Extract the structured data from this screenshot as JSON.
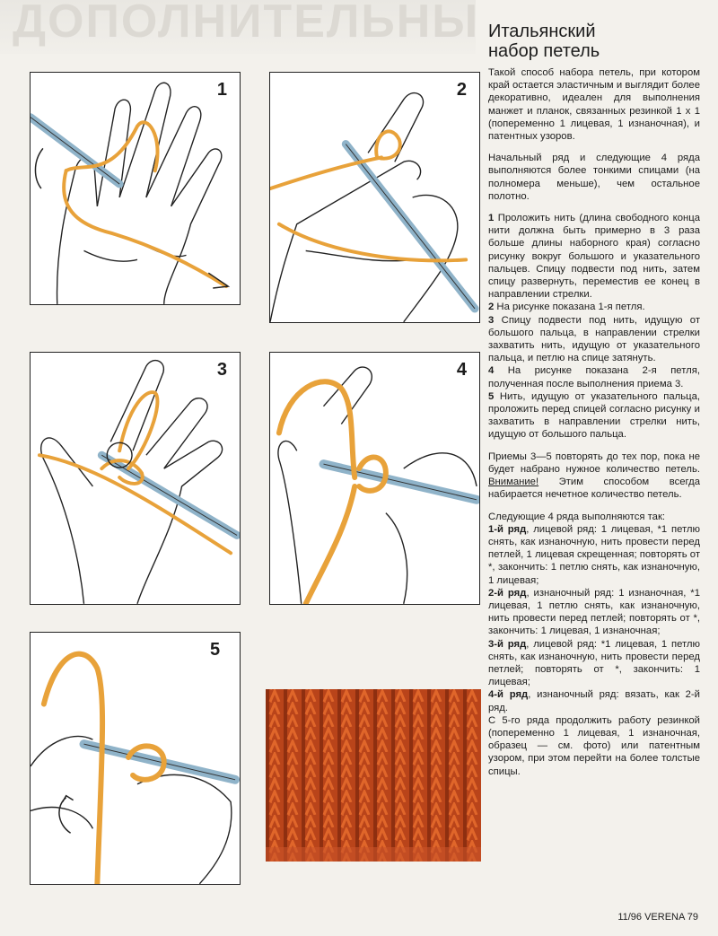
{
  "banner_text": "ДОПОЛНИТЕЛЬНЫЕ ПЕТЛИ",
  "title_line1": "Итальянский",
  "title_line2": "набор петель",
  "intro": "Такой способ набора петель, при котором край остается эластичным и выглядит более декоративно, идеален для выполнения манжет и планок, связанных резинкой 1 х 1 (попеременно 1 лицевая, 1 изнаночная), и патентных узоров.",
  "para2": "Начальный ряд и следующие 4 ряда выполняются более тонкими спицами (на полномера меньше), чем остальное полотно.",
  "steps": [
    {
      "n": "1",
      "text": " Проложить нить (длина свободного конца нити должна быть примерно в 3 раза больше длины наборного края) согласно рисунку вокруг большого и указательного пальцев. Спицу подвести под нить, затем спицу развернуть, переместив ее конец в направлении стрелки."
    },
    {
      "n": "2",
      "text": " На рисунке показана 1-я петля."
    },
    {
      "n": "3",
      "text": " Спицу подвести под нить, идущую от большого пальца, в направлении стрелки захватить нить, идущую от указательного пальца, и петлю на спице затянуть."
    },
    {
      "n": "4",
      "text": " На рисунке показана 2-я петля, полученная после выполнения приема 3."
    },
    {
      "n": "5",
      "text": " Нить, идущую от указательного пальца, проложить перед спицей согласно рисунку и захватить в направлении стрелки нить, идущую от большого пальца."
    }
  ],
  "repeat_a": "Приемы 3—5 повторять до тех пор, пока не будет набрано нужное количество петель. ",
  "attention": "Внимание!",
  "repeat_b": " Этим способом всегда набирается нечетное количество петель.",
  "rows_intro": "Следующие 4 ряда выполняются так:",
  "rows": [
    {
      "label": "1-й ряд",
      "text": ", лицевой ряд: 1 лицевая, *1 петлю снять, как изнаночную, нить провести перед петлей, 1 лицевая скрещенная; повторять от *, закончить: 1 петлю снять, как изнаночную, 1 лицевая;"
    },
    {
      "label": "2-й ряд",
      "text": ", изнаночный ряд: 1 изнаночная, *1 лицевая, 1 петлю снять, как изнаночную, нить провести перед петлей; повторять от *, закончить: 1 лицевая, 1 изнаночная;"
    },
    {
      "label": "3-й ряд",
      "text": ", лицевой ряд: *1 лицевая, 1 петлю снять, как изнаночную, нить провести перед петлей; повторять от *, закончить: 1 лицевая;"
    },
    {
      "label": "4-й ряд",
      "text": ", изнаночный ряд: вязать, как 2-й ряд."
    }
  ],
  "closing": "С 5-го ряда продолжить работу резинкой (попеременно 1 лицевая, 1 изнаночная, образец — см. фото) или патентным узором, при этом перейти на более толстые спицы.",
  "panels": [
    {
      "num": "1"
    },
    {
      "num": "2"
    },
    {
      "num": "3"
    },
    {
      "num": "4"
    },
    {
      "num": "5"
    }
  ],
  "footer": "11/96 VERENA 79",
  "colors": {
    "yarn": "#e8a23a",
    "needle": "#8fb3c9",
    "swatch": "#c04818"
  }
}
